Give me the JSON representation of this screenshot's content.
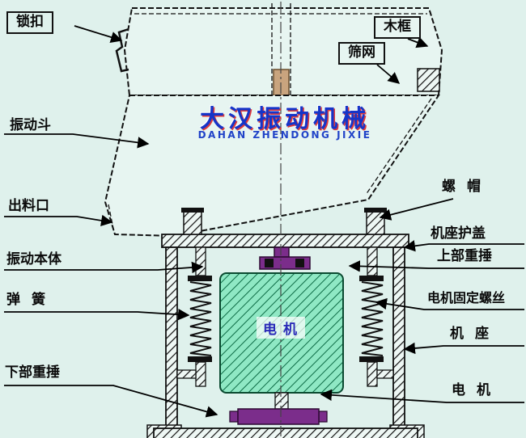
{
  "watermark": {
    "cn": "大汉振动机械",
    "en": "DAHAN ZHENDONG JIXIE"
  },
  "labels": {
    "lock": "锁扣",
    "wood_frame": "木框",
    "sieve_mesh": "筛网",
    "vibrating_hopper": "振动斗",
    "discharge_outlet": "出料口",
    "vibrating_body": "振动本体",
    "spring": "弹簧",
    "lower_weight": "下部重捶",
    "nut": "螺帽",
    "base_cover": "机座护盖",
    "upper_weight": "上部重捶",
    "motor_fixing_screw": "电机固定螺丝",
    "base": "机座",
    "motor": "电机"
  },
  "colors": {
    "background": "#dff1ec",
    "line": "#111111",
    "watermark_blue": "#1535c8",
    "watermark_red": "#e03a3a",
    "motor_green": "#8fe8c4",
    "motor_hatch": "#0c6b45",
    "weight_purple": "#7b2d8b",
    "wood_tan": "#c9a47e"
  }
}
